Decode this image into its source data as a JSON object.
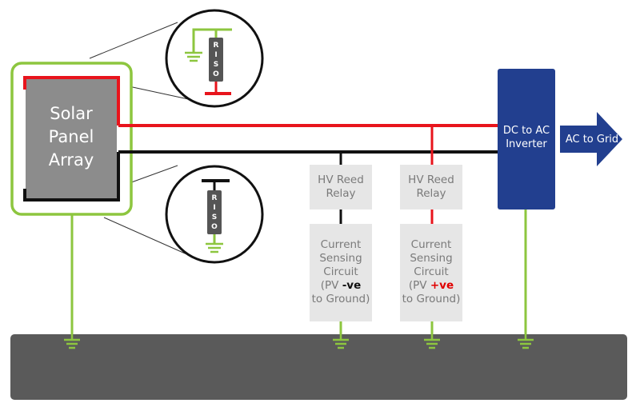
{
  "solar_panel": {
    "line1": "Solar",
    "line2": "Panel",
    "line3": "Array"
  },
  "riso_label": [
    "R",
    "I",
    "S",
    "O"
  ],
  "relays": [
    {
      "line1": "HV Reed",
      "line2": "Relay"
    },
    {
      "line1": "HV Reed",
      "line2": "Relay"
    }
  ],
  "sensing_neg": {
    "line1": "Current",
    "line2": "Sensing",
    "line3": "Circuit",
    "line4_pre": "(PV ",
    "line4_sign": "-ve",
    "line5": "to Ground)"
  },
  "sensing_pos": {
    "line1": "Current",
    "line2": "Sensing",
    "line3": "Circuit",
    "line4_pre": "(PV ",
    "line4_sign": "+ve",
    "line5": "to Ground)"
  },
  "inverter": {
    "line1": "DC to AC",
    "line2": "Inverter"
  },
  "grid_arrow": {
    "label": "AC to Grid"
  },
  "colors": {
    "positive_wire": "#e8141c",
    "negative_wire": "#111111",
    "ground_wire": "#8dc63f",
    "inverter": "#223f8f",
    "ground_plane": "#5a5a5a",
    "panel": "#8c8c8c",
    "box": "#e6e6e6"
  }
}
